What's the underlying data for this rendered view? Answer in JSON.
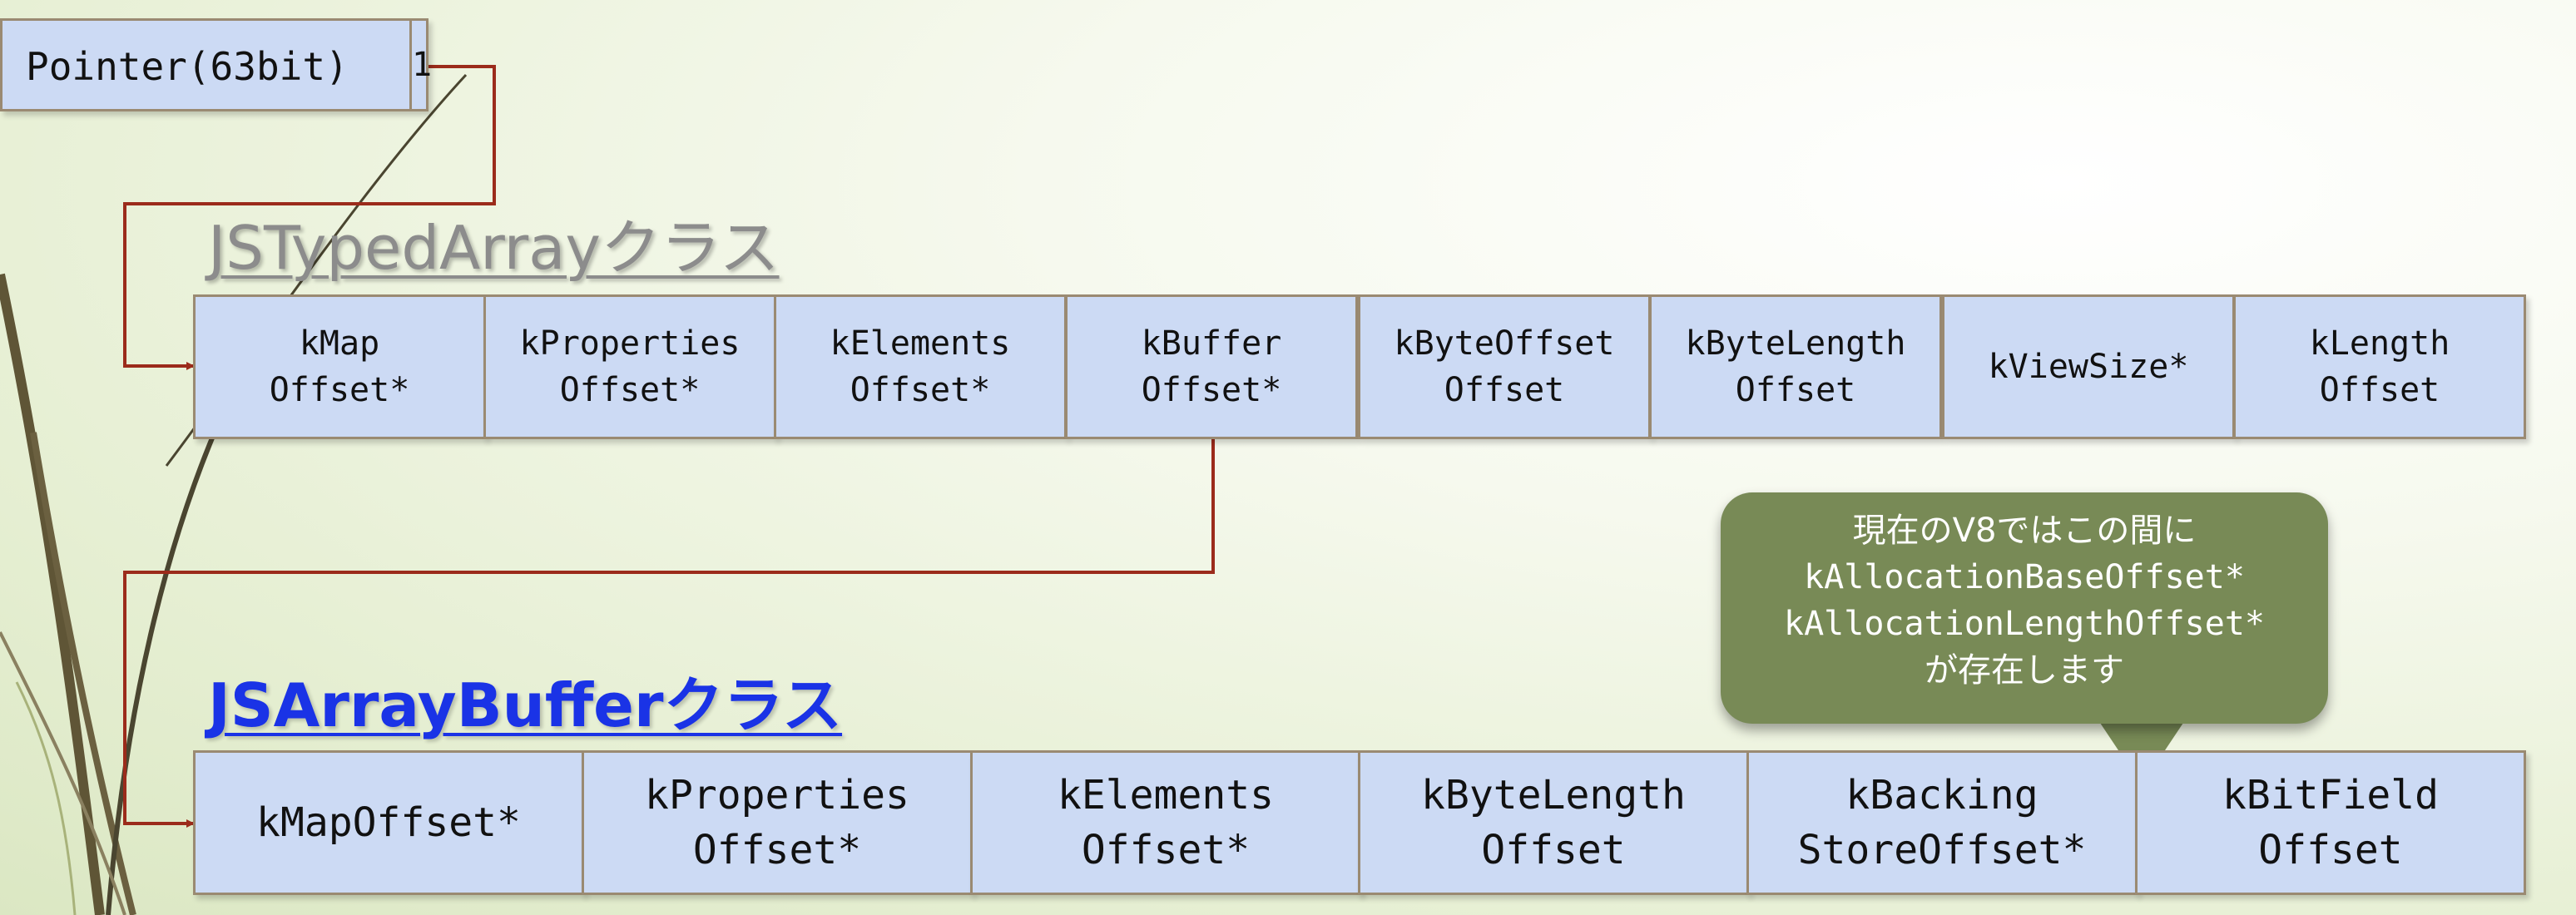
{
  "pointer": {
    "label": "Pointer(63bit)",
    "bit": "1"
  },
  "js_typed_array": {
    "title": "JSTypedArrayクラス",
    "fields": [
      "kMap\nOffset*",
      "kProperties\nOffset*",
      "kElements\nOffset*",
      "kBuffer\nOffset*",
      "kByteOffset\nOffset",
      "kByteLength\nOffset",
      "kViewSize*",
      "kLength\nOffset"
    ]
  },
  "js_array_buffer": {
    "title": "JSArrayBufferクラス",
    "fields": [
      "kMapOffset*",
      "kProperties\nOffset*",
      "kElements\nOffset*",
      "kByteLength\nOffset",
      "kBacking\nStoreOffset*",
      "kBitField\nOffset"
    ]
  },
  "callout": {
    "line1": "現在のV8ではこの間に",
    "line2": "kAllocationBaseOffset*",
    "line3": "kAllocationLengthOffset*",
    "line4": "が存在します"
  },
  "colors": {
    "cell_fill": "#ccdaf4",
    "cell_border": "#9a8a72",
    "connector": "#9b2b1b",
    "callout_fill": "#788a56",
    "buffer_title": "#1a33e6",
    "typed_title": "#8c8c8c"
  }
}
